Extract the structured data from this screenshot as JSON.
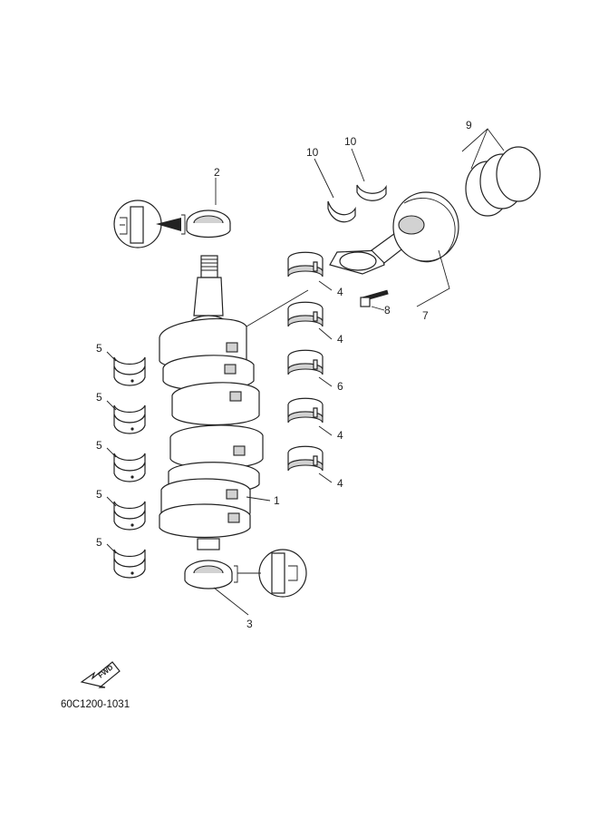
{
  "diagram": {
    "part_code": "60C1200-1031",
    "fwd_label": "FWD",
    "callouts": [
      {
        "id": "1",
        "text": "1"
      },
      {
        "id": "2",
        "text": "2"
      },
      {
        "id": "3",
        "text": "3"
      },
      {
        "id": "4a",
        "text": "4"
      },
      {
        "id": "4b",
        "text": "4"
      },
      {
        "id": "4c",
        "text": "4"
      },
      {
        "id": "4d",
        "text": "4"
      },
      {
        "id": "5a",
        "text": "5"
      },
      {
        "id": "5b",
        "text": "5"
      },
      {
        "id": "5c",
        "text": "5"
      },
      {
        "id": "5d",
        "text": "5"
      },
      {
        "id": "5e",
        "text": "5"
      },
      {
        "id": "6",
        "text": "6"
      },
      {
        "id": "7",
        "text": "7"
      },
      {
        "id": "8",
        "text": "8"
      },
      {
        "id": "9",
        "text": "9"
      },
      {
        "id": "10a",
        "text": "10"
      },
      {
        "id": "10b",
        "text": "10"
      }
    ]
  }
}
